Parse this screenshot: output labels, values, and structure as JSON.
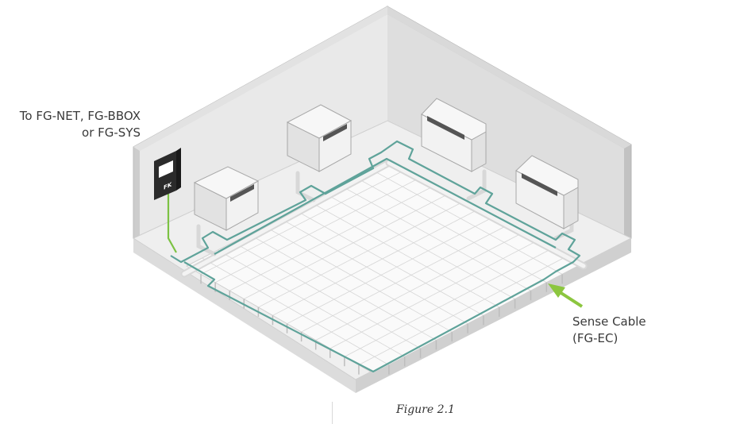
{
  "labels": {
    "controller_target": [
      "To FG-NET, FG-BBOX",
      "or FG-SYS"
    ],
    "sense_cable": [
      "Sense Cable",
      "(FG-EC)"
    ],
    "controller_badge": "FK"
  },
  "caption": "Figure 2.1",
  "colors": {
    "wall": "#cfcfcf",
    "wall_outline": "#b8b8b8",
    "floor": "#f4f4f4",
    "grid": "#d6d6d6",
    "pipe": "#e6e6e6",
    "cable": "#5fa39a",
    "green_wire": "#7cc243",
    "arrow": "#8cc63f",
    "controller": "#2b2b2b"
  },
  "icons": {
    "controller": "leak-detection-controller-icon",
    "ac_unit": "air-conditioning-unit-icon",
    "arrow": "pointer-arrow-icon"
  }
}
